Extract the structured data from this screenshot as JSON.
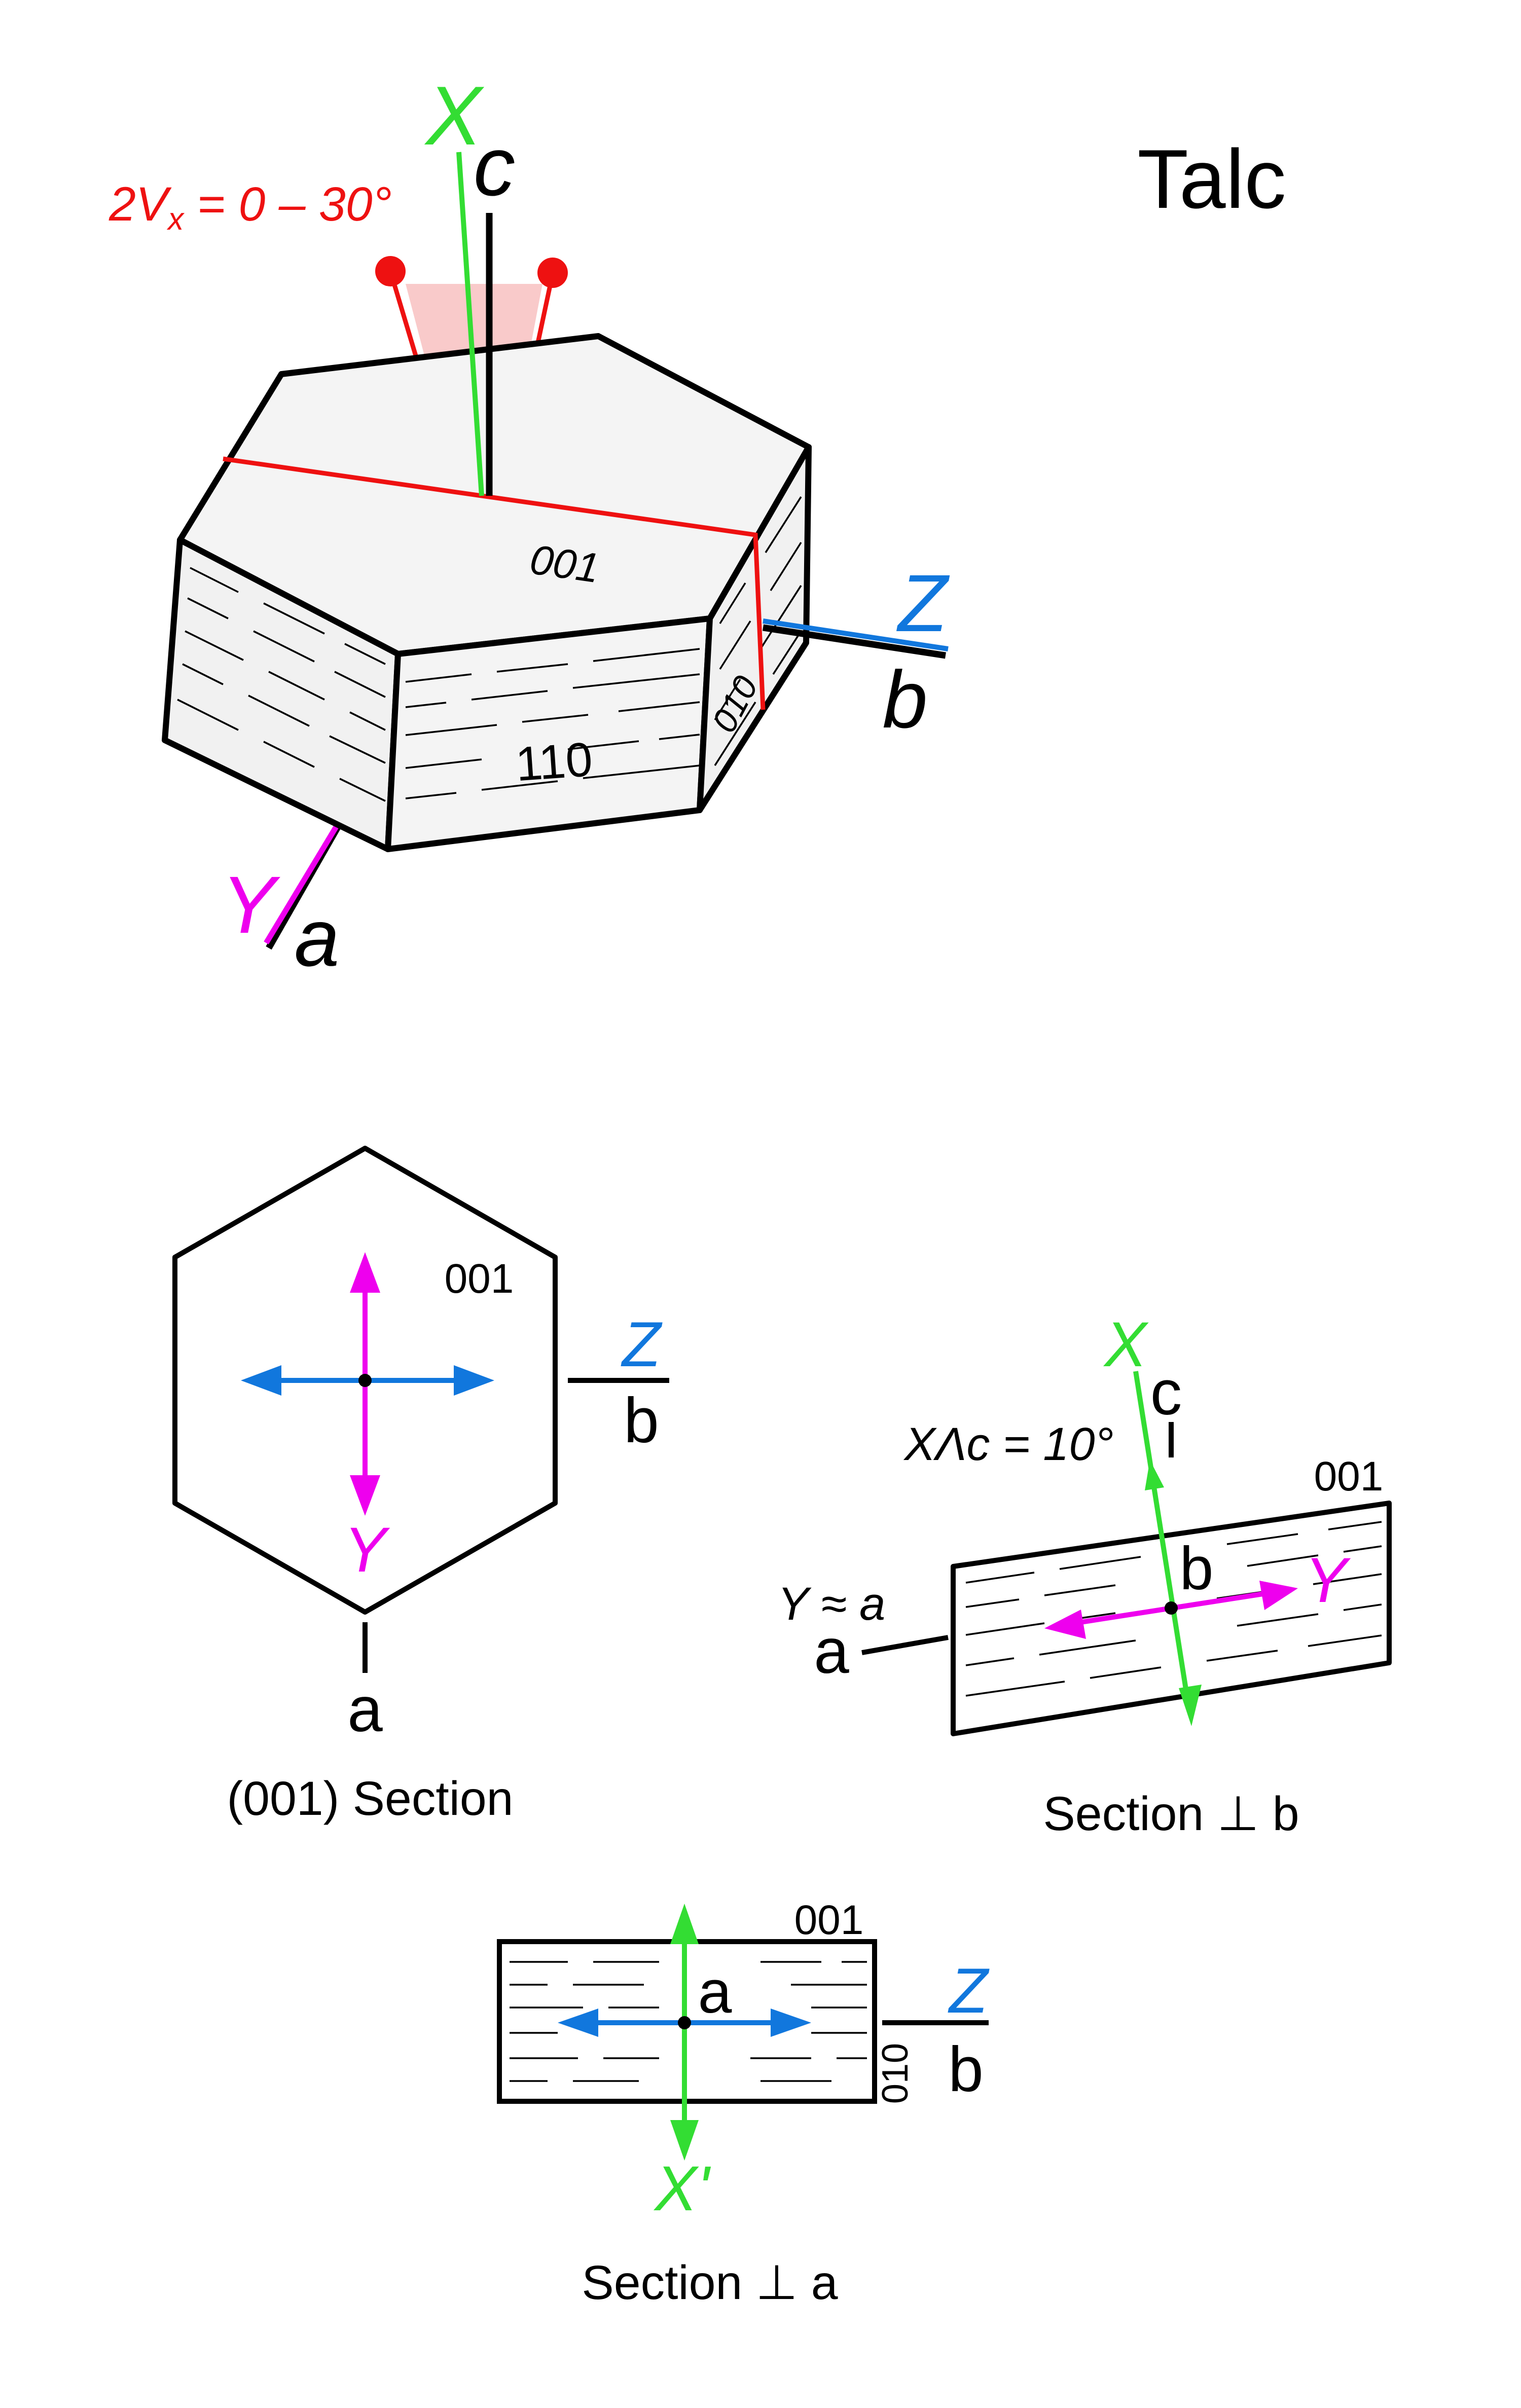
{
  "title": "Talc",
  "colors": {
    "line": "#000000",
    "x_axis": "#33dd33",
    "y_axis": "#ee00ee",
    "z_axis": "#1177dd",
    "optic_axis": "#ee1111",
    "optic_cone": "#f7b8b8",
    "face_fill": "#f4f4f4"
  },
  "crystal": {
    "x_label": "X",
    "c_label": "c",
    "twov_prefix": "2V",
    "twov_sub": "x",
    "twov_value": " = 0 – 30°",
    "face_001": "001",
    "face_110": "110",
    "face_010": "010",
    "z_label": "Z",
    "b_label": "b",
    "y_label": "Y",
    "a_label": "a"
  },
  "section_001": {
    "face_label": "001",
    "z_label": "Z",
    "b_label": "b",
    "y_label": "Y",
    "a_label": "a",
    "caption": "(001) Section"
  },
  "section_perp_b": {
    "x_label": "X",
    "c_label": "c",
    "extinction": "XΛc = 10°",
    "face_label": "001",
    "center_label": "b",
    "y_label": "Y",
    "y_approx": "Y ≈ a",
    "a_label": "a",
    "caption": "Section ⊥ b"
  },
  "section_perp_a": {
    "face_label": "001",
    "center_label": "a",
    "z_label": "Z",
    "b_label": "b",
    "face_010": "010",
    "xprime_label": "X'",
    "caption": "Section ⊥ a"
  }
}
